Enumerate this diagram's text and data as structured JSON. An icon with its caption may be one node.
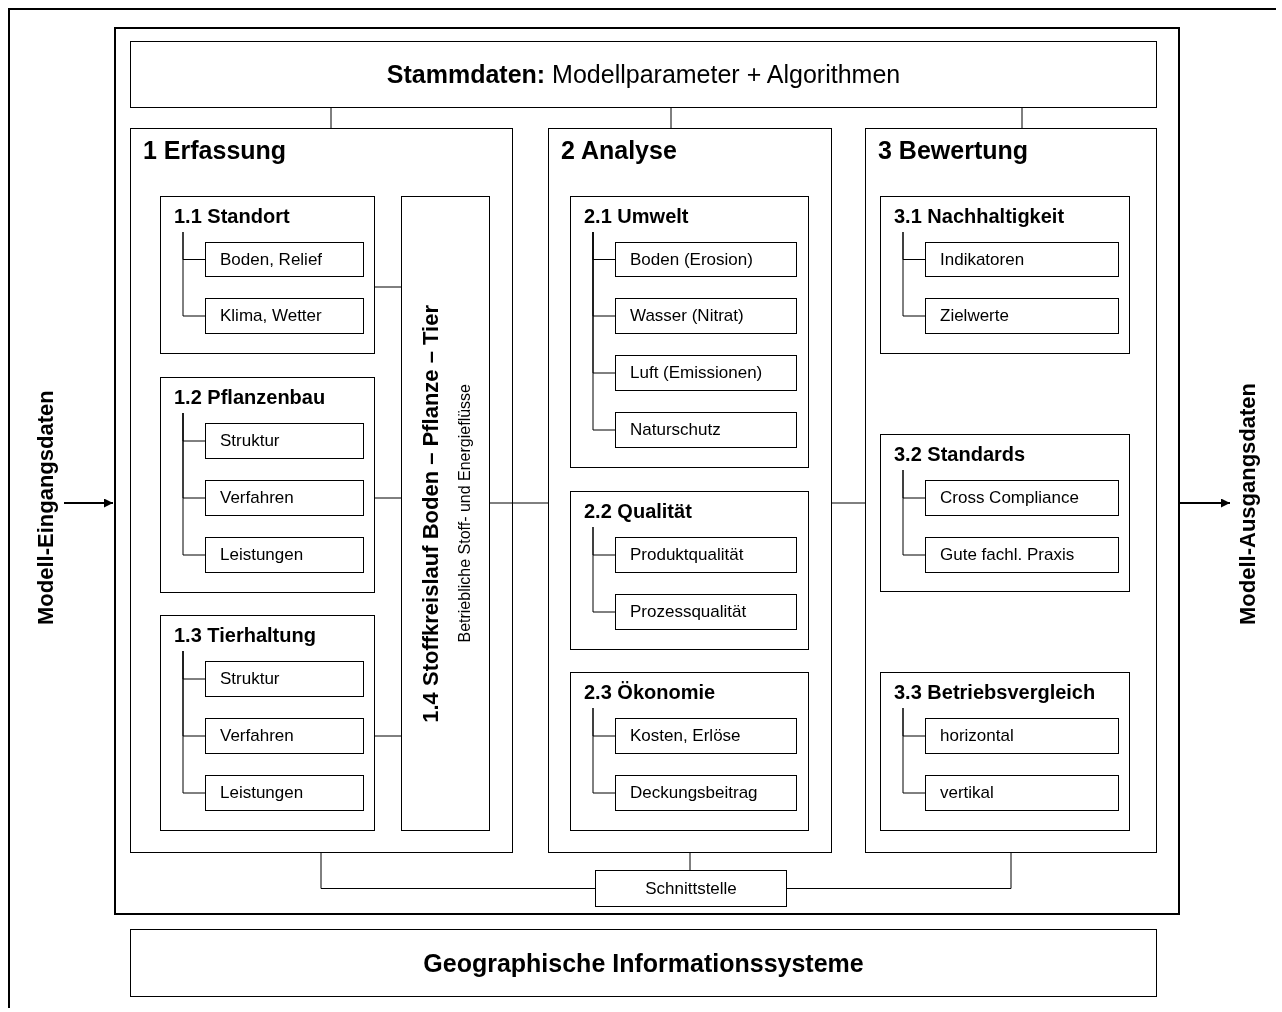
{
  "diagram": {
    "nodes": [
      {
        "text": [],
        "shape": "box"
      },
      {
        "text": [
          "Modell-Eingangsdaten"
        ]
      },
      {
        "text": [
          "Modell-Ausgangsdaten"
        ]
      },
      {
        "text": [
          "**Stammdaten:** Modellparameter + Algorithmen"
        ],
        "in": 0
      },
      {
        "text": [
          "1 Erfassung"
        ],
        "in": 0
      },
      {
        "text": [
          "1.1 Standort"
        ],
        "in": 4
      },
      {
        "text": [
          "Boden, Relief"
        ],
        "in": 5
      },
      {
        "text": [
          "Klima, Wetter"
        ],
        "in": 5
      },
      {
        "text": [
          "1.2 Pflanzenbau"
        ],
        "in": 4
      },
      {
        "text": [
          "Struktur"
        ],
        "in": 8
      },
      {
        "text": [
          "Verfahren"
        ],
        "in": 8
      },
      {
        "text": [
          "Leistungen"
        ],
        "in": 8
      },
      {
        "text": [
          "1.3 Tierhaltung"
        ],
        "in": 4
      },
      {
        "text": [
          "Struktur"
        ],
        "in": 12
      },
      {
        "text": [
          "Verfahren"
        ],
        "in": 12
      },
      {
        "text": [
          "Leistungen"
        ],
        "in": 12
      },
      {
        "text": [
          "1.4 Stoffkreislauf Boden – Pflanze – Tier",
          "Betriebliche Stoff- und Energieflüsse"
        ],
        "in": 4
      },
      {
        "text": [
          "2 Analyse"
        ],
        "in": 0
      },
      {
        "text": [
          "2.1 Umwelt"
        ],
        "in": 17
      },
      {
        "text": [
          "Boden (Erosion)"
        ],
        "in": 18
      },
      {
        "text": [
          "Wasser (Nitrat)"
        ],
        "in": 18
      },
      {
        "text": [
          "Luft (Emissionen)"
        ],
        "in": 18
      },
      {
        "text": [
          "Naturschutz"
        ],
        "in": 18
      },
      {
        "text": [
          "2.2 Qualität"
        ],
        "in": 17
      },
      {
        "text": [
          "Produktqualität"
        ],
        "in": 23
      },
      {
        "text": [
          "Prozessqualität"
        ],
        "in": 23
      },
      {
        "text": [
          "2.3 Ökonomie"
        ],
        "in": 17
      },
      {
        "text": [
          "Kosten, Erlöse"
        ],
        "in": 26
      },
      {
        "text": [
          "Deckungsbeitrag"
        ],
        "in": 26
      },
      {
        "text": [
          "3 Bewertung"
        ],
        "in": 0
      },
      {
        "text": [
          "3.1 Nachhaltigkeit"
        ],
        "in": 29
      },
      {
        "text": [
          "Indikatoren"
        ],
        "in": 30
      },
      {
        "text": [
          "Zielwerte"
        ],
        "in": 30
      },
      {
        "text": [
          "3.2 Standards"
        ],
        "in": 29
      },
      {
        "text": [
          "Cross Compliance"
        ],
        "in": 33
      },
      {
        "text": [
          "Gute fachl. Praxis"
        ],
        "in": 33
      },
      {
        "text": [
          "3.3 Betriebsvergleich"
        ],
        "in": 29
      },
      {
        "text": [
          "horizontal"
        ],
        "in": 36
      },
      {
        "text": [
          "vertikal"
        ],
        "in": 36
      },
      {
        "text": [
          "Schnittstelle"
        ],
        "in": 0
      },
      {
        "text": [
          "Geographische Informationssysteme"
        ]
      }
    ],
    "edges": [
      {
        "from": 1,
        "to": 0,
        "arrow": "to"
      },
      {
        "from": 0,
        "to": 2,
        "arrow": "to"
      },
      {
        "from": 3,
        "to": 4,
        "arrow": "none"
      },
      {
        "from": 3,
        "to": 17,
        "arrow": "none"
      },
      {
        "from": 3,
        "to": 29,
        "arrow": "none"
      },
      {
        "from": 5,
        "to": 6,
        "arrow": "none"
      },
      {
        "from": 5,
        "to": 7,
        "arrow": "none"
      },
      {
        "from": 8,
        "to": 9,
        "arrow": "none"
      },
      {
        "from": 8,
        "to": 10,
        "arrow": "none"
      },
      {
        "from": 8,
        "to": 11,
        "arrow": "none"
      },
      {
        "from": 12,
        "to": 13,
        "arrow": "none"
      },
      {
        "from": 12,
        "to": 14,
        "arrow": "none"
      },
      {
        "from": 12,
        "to": 15,
        "arrow": "none"
      },
      {
        "from": 5,
        "to": 16,
        "arrow": "none"
      },
      {
        "from": 8,
        "to": 16,
        "arrow": "none"
      },
      {
        "from": 12,
        "to": 16,
        "arrow": "none"
      },
      {
        "from": 16,
        "to": 17,
        "arrow": "none"
      },
      {
        "from": 18,
        "to": 19,
        "arrow": "none"
      },
      {
        "from": 18,
        "to": 20,
        "arrow": "none"
      },
      {
        "from": 18,
        "to": 21,
        "arrow": "none"
      },
      {
        "from": 18,
        "to": 22,
        "arrow": "none"
      },
      {
        "from": 23,
        "to": 24,
        "arrow": "none"
      },
      {
        "from": 23,
        "to": 25,
        "arrow": "none"
      },
      {
        "from": 26,
        "to": 27,
        "arrow": "none"
      },
      {
        "from": 26,
        "to": 28,
        "arrow": "none"
      },
      {
        "from": 17,
        "to": 29,
        "arrow": "none"
      },
      {
        "from": 30,
        "to": 31,
        "arrow": "none"
      },
      {
        "from": 30,
        "to": 32,
        "arrow": "none"
      },
      {
        "from": 33,
        "to": 34,
        "arrow": "none"
      },
      {
        "from": 33,
        "to": 35,
        "arrow": "none"
      },
      {
        "from": 36,
        "to": 37,
        "arrow": "none"
      },
      {
        "from": 36,
        "to": 38,
        "arrow": "none"
      },
      {
        "from": 4,
        "to": 39,
        "arrow": "none"
      },
      {
        "from": 17,
        "to": 39,
        "arrow": "none"
      },
      {
        "from": 29,
        "to": 39,
        "arrow": "none"
      }
    ]
  }
}
